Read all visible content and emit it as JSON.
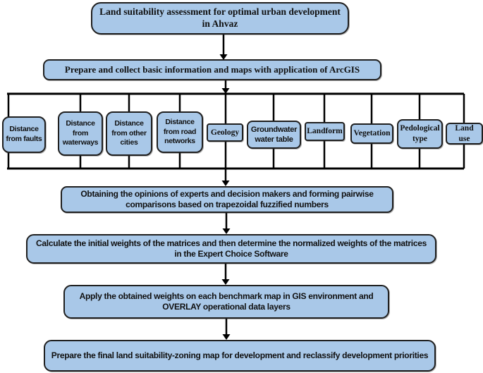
{
  "diagram_title": "Land suitability assessment for optimal urban development in Ahvaz",
  "colors": {
    "node_fill": "#a9c8e8",
    "node_border": "#1f1f1f",
    "line": "#000000",
    "background": "#ffffff"
  },
  "nodes": {
    "title": "Land suitability assessment for optimal urban development in Ahvaz",
    "prepare": "Prepare and collect basic information and maps with application of ArcGIS",
    "opinions": "Obtaining the opinions of experts and decision makers and forming pairwise comparisons based on trapezoidal fuzzified numbers",
    "calculate": "Calculate the initial weights of the matrices and then determine the normalized weights of the matrices in the Expert Choice Software",
    "apply": "Apply the obtained weights on each benchmark map in GIS environment and OVERLAY operational data layers",
    "final": "Prepare the final land suitability-zoning map for development and reclassify development priorities"
  },
  "criteria": [
    {
      "label": "Distance from faults"
    },
    {
      "label": "Distance from waterways"
    },
    {
      "label": "Distance from other cities"
    },
    {
      "label": "Distance from road networks"
    },
    {
      "label": "Geology"
    },
    {
      "label": "Groundwater water table"
    },
    {
      "label": "Landform"
    },
    {
      "label": "Vegetation"
    },
    {
      "label": "Pedological type"
    },
    {
      "label": "Land use"
    }
  ]
}
